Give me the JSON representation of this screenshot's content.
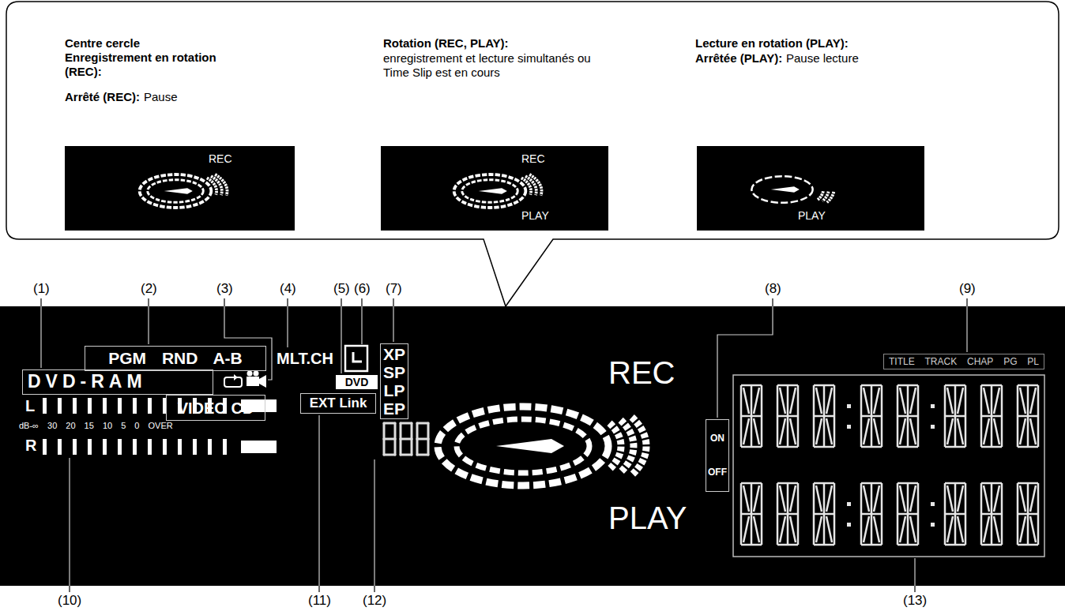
{
  "diagram": {
    "nodes": [
      {
        "text": [
          "Centre cercle Enregistrement en rotation (REC):",
          "Arrêté (REC):",
          "Pause",
          "Rotation (REC, PLAY):",
          "enregistrement et lecture simultanés ou Time Slip est en cours",
          "Lecture en rotation (PLAY):",
          "Arrêtée (PLAY):",
          "Pause lecture"
        ]
      },
      {
        "text": [
          "REC"
        ],
        "in": 0
      },
      {
        "text": [
          "REC",
          "PLAY"
        ],
        "in": 0
      },
      {
        "text": [
          "PLAY"
        ],
        "in": 0
      },
      {
        "text": [
          "MLT.CH",
          "REC",
          "L",
          "dB-∞ 30 20 15 10 5 0 OVER",
          "R",
          "PLAY"
        ]
      },
      {
        "text": [
          "PGM RND A-B"
        ],
        "in": 4
      },
      {
        "text": [
          "DVD-RAM"
        ],
        "in": 4
      },
      {
        "text": [
          "VIDEO CD"
        ],
        "in": 4
      },
      {
        "text": [
          "DVD"
        ],
        "in": 4
      },
      {
        "text": [
          "EXT Link"
        ],
        "in": 4
      },
      {
        "text": [
          "XP",
          "SP",
          "LP",
          "EP"
        ],
        "in": 4
      },
      {
        "text": [
          "ON",
          "OFF"
        ],
        "in": 4
      },
      {
        "text": [
          "TITLE",
          "TRACK",
          "CHAP",
          "PG",
          "PL"
        ],
        "in": 4
      }
    ],
    "labels": [
      "(1)",
      "(2)",
      "(3)",
      "(4)",
      "(5)",
      "(6)",
      "(7)",
      "(8)",
      "(9)",
      "(10)",
      "(11)",
      "(12)",
      "(13)"
    ]
  }
}
